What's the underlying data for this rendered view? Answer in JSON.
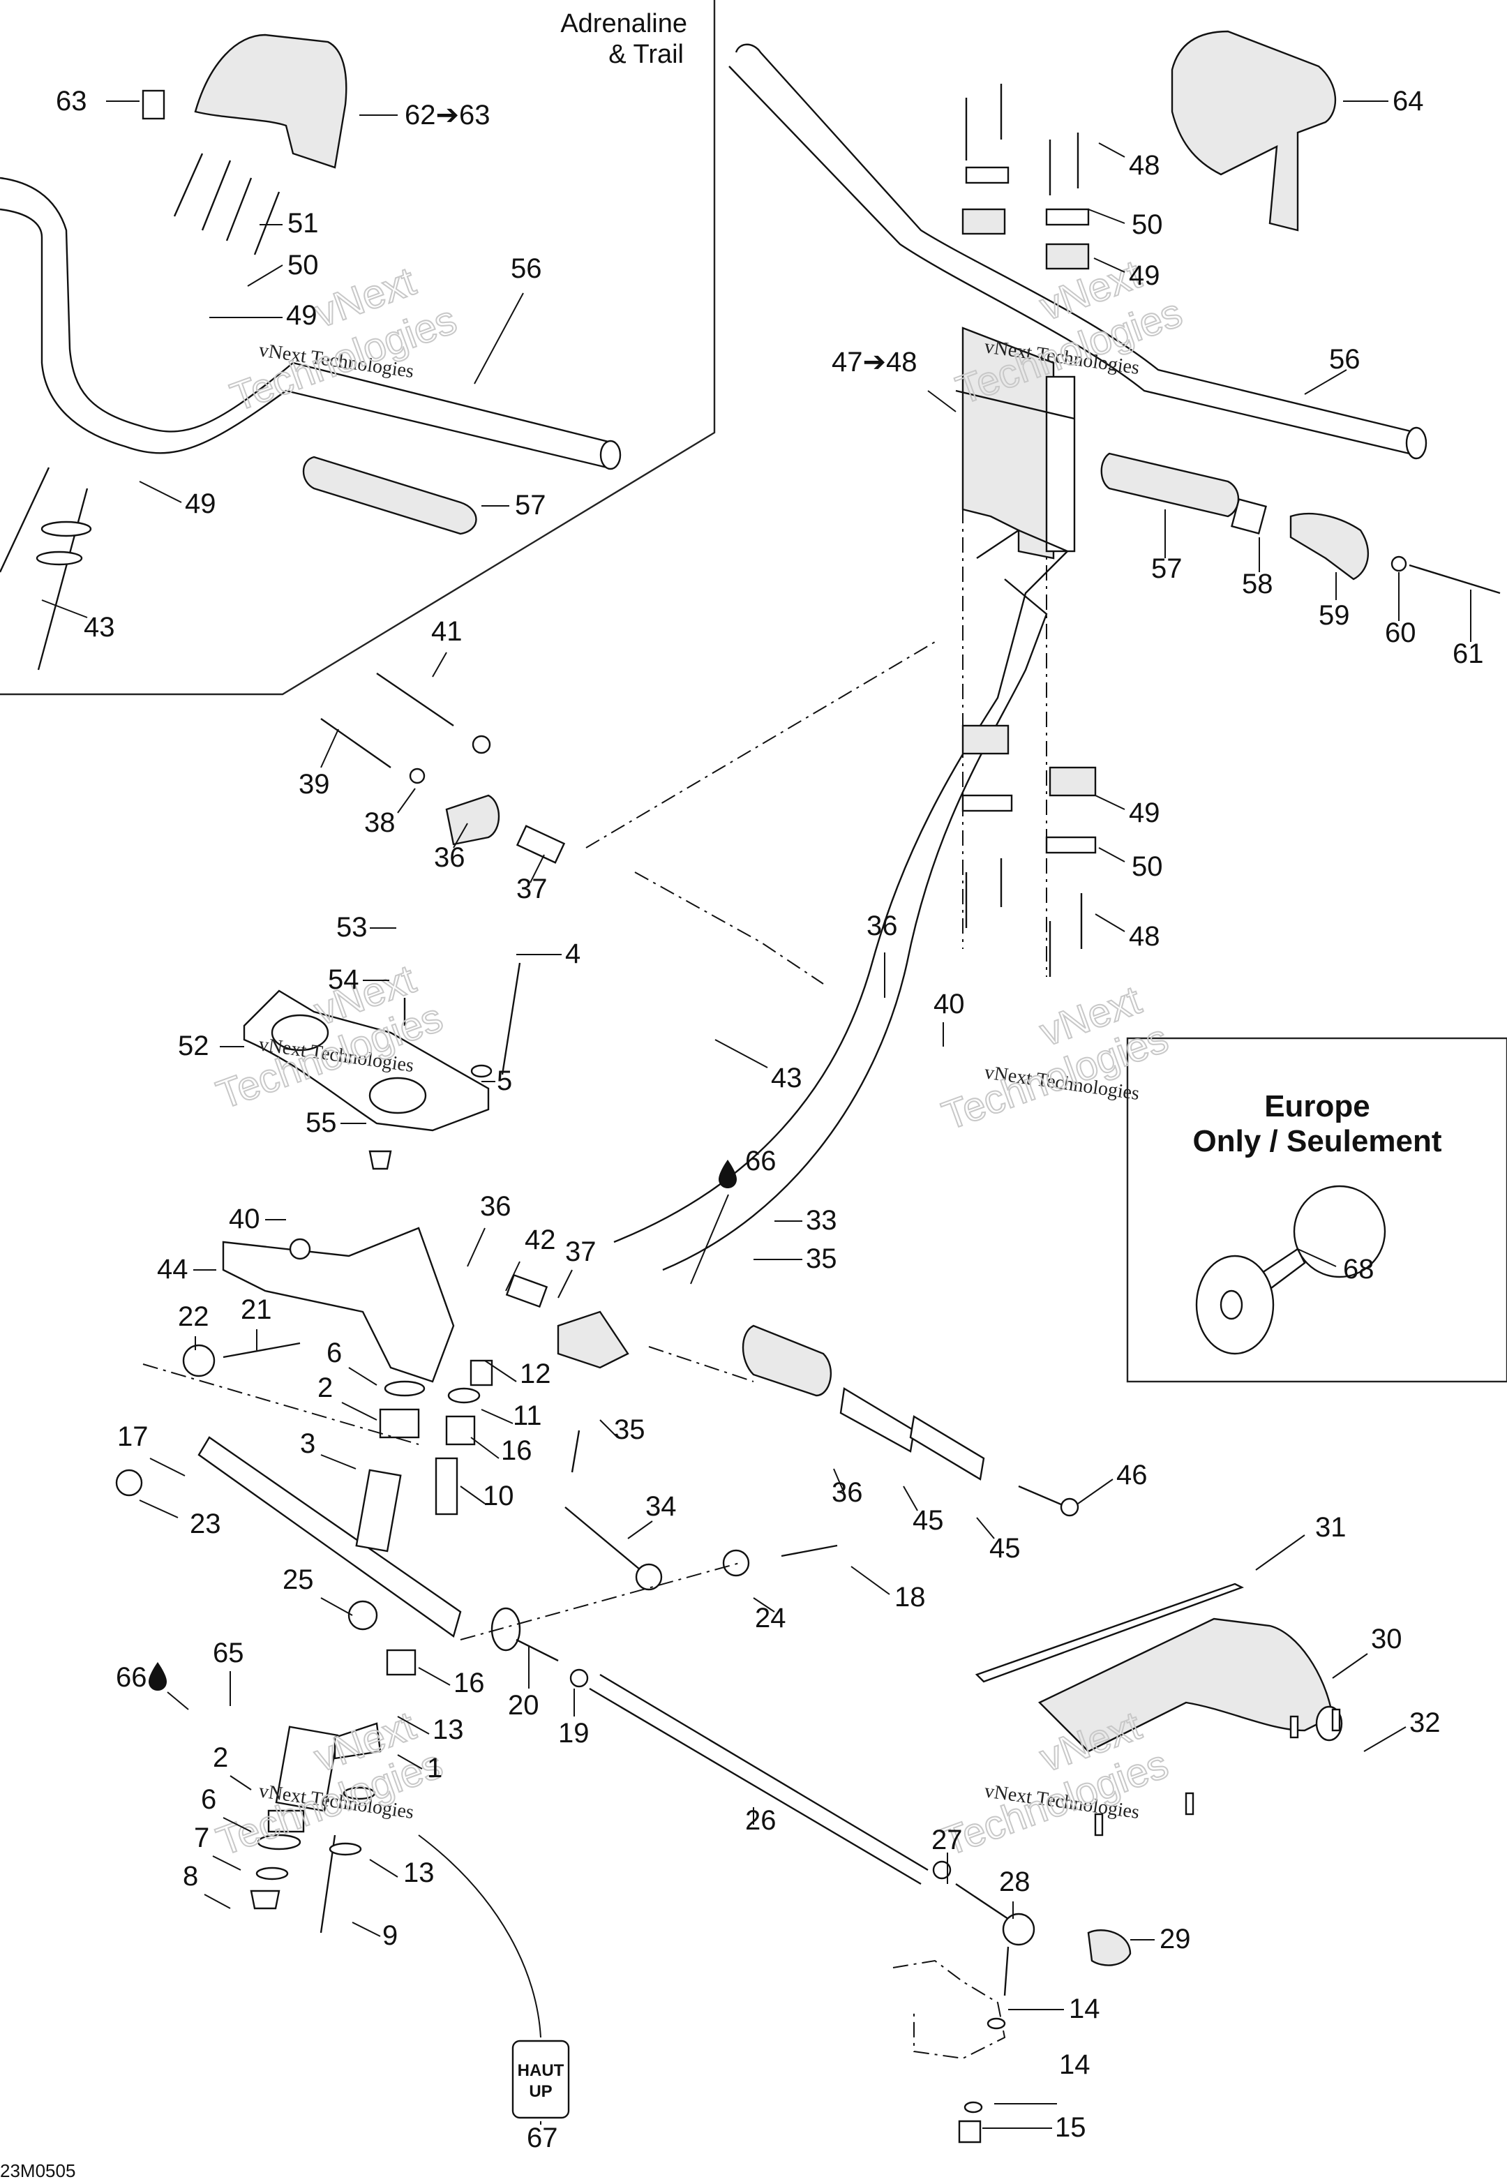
{
  "diagram": {
    "title": "Steering system exploded parts diagram",
    "document_id": "23M0505",
    "inset_adrenaline": {
      "label_line1": "Adrenaline",
      "label_line2": "& Trail"
    },
    "inset_europe": {
      "label_line1": "Europe",
      "label_line2": "Only / Seulement"
    },
    "decal": {
      "line1": "HAUT",
      "line2": "UP"
    },
    "watermark": {
      "small": "vNext Technologies",
      "big_line1": "vNext",
      "big_line2": "Technologies"
    },
    "lubricant_icon": "drop-icon",
    "callouts": [
      {
        "id": "c63a",
        "text": "63"
      },
      {
        "id": "c6263",
        "text": "62➔63"
      },
      {
        "id": "c51",
        "text": "51"
      },
      {
        "id": "c50a",
        "text": "50"
      },
      {
        "id": "c49a",
        "text": "49"
      },
      {
        "id": "c56a",
        "text": "56"
      },
      {
        "id": "c49b",
        "text": "49"
      },
      {
        "id": "c57a",
        "text": "57"
      },
      {
        "id": "c43a",
        "text": "43"
      },
      {
        "id": "c64",
        "text": "64"
      },
      {
        "id": "c48a",
        "text": "48"
      },
      {
        "id": "c50b",
        "text": "50"
      },
      {
        "id": "c49c",
        "text": "49"
      },
      {
        "id": "c4748",
        "text": "47➔48"
      },
      {
        "id": "c56b",
        "text": "56"
      },
      {
        "id": "c57b",
        "text": "57"
      },
      {
        "id": "c58",
        "text": "58"
      },
      {
        "id": "c59",
        "text": "59"
      },
      {
        "id": "c60",
        "text": "60"
      },
      {
        "id": "c61",
        "text": "61"
      },
      {
        "id": "c41",
        "text": "41"
      },
      {
        "id": "c39",
        "text": "39"
      },
      {
        "id": "c38",
        "text": "38"
      },
      {
        "id": "c36a",
        "text": "36"
      },
      {
        "id": "c37a",
        "text": "37"
      },
      {
        "id": "c49d",
        "text": "49"
      },
      {
        "id": "c50c",
        "text": "50"
      },
      {
        "id": "c48b",
        "text": "48"
      },
      {
        "id": "c53",
        "text": "53"
      },
      {
        "id": "c4",
        "text": "4"
      },
      {
        "id": "c54",
        "text": "54"
      },
      {
        "id": "c52",
        "text": "52"
      },
      {
        "id": "c5",
        "text": "5"
      },
      {
        "id": "c55",
        "text": "55"
      },
      {
        "id": "c36b",
        "text": "36"
      },
      {
        "id": "c40a",
        "text": "40"
      },
      {
        "id": "c43b",
        "text": "43"
      },
      {
        "id": "c66a",
        "text": "66"
      },
      {
        "id": "c68",
        "text": "68"
      },
      {
        "id": "c40b",
        "text": "40"
      },
      {
        "id": "c36c",
        "text": "36"
      },
      {
        "id": "c44",
        "text": "44"
      },
      {
        "id": "c42",
        "text": "42"
      },
      {
        "id": "c37b",
        "text": "37"
      },
      {
        "id": "c33",
        "text": "33"
      },
      {
        "id": "c35a",
        "text": "35"
      },
      {
        "id": "c22",
        "text": "22"
      },
      {
        "id": "c21",
        "text": "21"
      },
      {
        "id": "c6a",
        "text": "6"
      },
      {
        "id": "c12",
        "text": "12"
      },
      {
        "id": "c2a",
        "text": "2"
      },
      {
        "id": "c11",
        "text": "11"
      },
      {
        "id": "c35b",
        "text": "35"
      },
      {
        "id": "c17",
        "text": "17"
      },
      {
        "id": "c3",
        "text": "3"
      },
      {
        "id": "c16a",
        "text": "16"
      },
      {
        "id": "c23",
        "text": "23"
      },
      {
        "id": "c10",
        "text": "10"
      },
      {
        "id": "c36d",
        "text": "36"
      },
      {
        "id": "c34",
        "text": "34"
      },
      {
        "id": "c45a",
        "text": "45"
      },
      {
        "id": "c46",
        "text": "46"
      },
      {
        "id": "c45b",
        "text": "45"
      },
      {
        "id": "c31",
        "text": "31"
      },
      {
        "id": "c24",
        "text": "24"
      },
      {
        "id": "c18",
        "text": "18"
      },
      {
        "id": "c25",
        "text": "25"
      },
      {
        "id": "c30",
        "text": "30"
      },
      {
        "id": "c66b",
        "text": "66"
      },
      {
        "id": "c65",
        "text": "65"
      },
      {
        "id": "c16b",
        "text": "16"
      },
      {
        "id": "c20",
        "text": "20"
      },
      {
        "id": "c32",
        "text": "32"
      },
      {
        "id": "c13a",
        "text": "13"
      },
      {
        "id": "c19",
        "text": "19"
      },
      {
        "id": "c1",
        "text": "1"
      },
      {
        "id": "c2b",
        "text": "2"
      },
      {
        "id": "c6b",
        "text": "6"
      },
      {
        "id": "c13b",
        "text": "13"
      },
      {
        "id": "c7",
        "text": "7"
      },
      {
        "id": "c26",
        "text": "26"
      },
      {
        "id": "c27",
        "text": "27"
      },
      {
        "id": "c8",
        "text": "8"
      },
      {
        "id": "c9",
        "text": "9"
      },
      {
        "id": "c28",
        "text": "28"
      },
      {
        "id": "c29",
        "text": "29"
      },
      {
        "id": "c14a",
        "text": "14"
      },
      {
        "id": "c67",
        "text": "67"
      },
      {
        "id": "c14b",
        "text": "14"
      },
      {
        "id": "c15",
        "text": "15"
      }
    ]
  }
}
